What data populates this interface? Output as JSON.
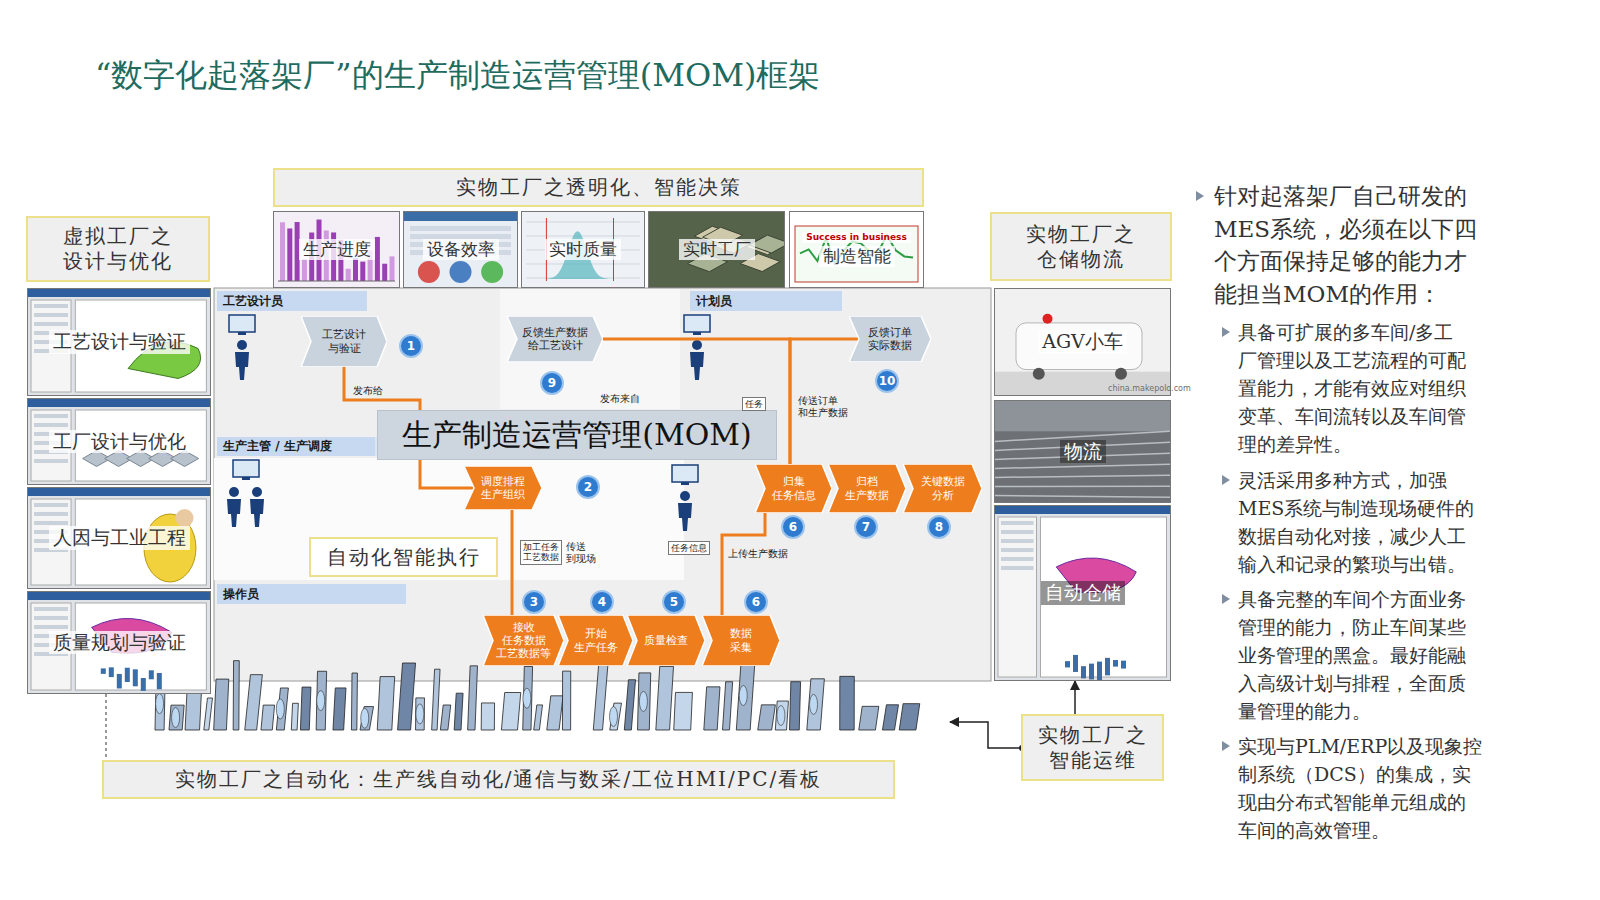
{
  "diagram": {
    "title": "“数字化起落架厂”的生产制造运营管理(MOM)框架",
    "nodes": [
      {
        "text": [
          "虚拟工厂之 设计与优化"
        ]
      },
      {
        "text": [
          "实物工厂之透明化、智能决策"
        ]
      },
      {
        "text": [
          "生产进度"
        ]
      },
      {
        "text": [
          "设备效率"
        ]
      },
      {
        "text": [
          "实时质量"
        ]
      },
      {
        "text": [
          "实时工厂"
        ]
      },
      {
        "text": [
          "Success in business",
          "制造智能"
        ]
      },
      {
        "text": [
          "实物工厂之 仓储物流"
        ]
      },
      {
        "text": [
          "工艺设计与验证"
        ]
      },
      {
        "text": [
          "工厂设计与优化"
        ]
      },
      {
        "text": [
          "人因与工业工程"
        ]
      },
      {
        "text": [
          "质量规划与验证"
        ]
      },
      {
        "text": [
          "工艺设计员"
        ]
      },
      {
        "text": [
          "工艺设计 与验证"
        ]
      },
      {
        "text": [
          "反馈生产数据 给工艺设计"
        ]
      },
      {
        "text": [
          "计划员"
        ]
      },
      {
        "text": [
          "反馈订单 实际数据"
        ]
      },
      {
        "text": [
          "生产制造运营管理(MOM)"
        ]
      },
      {
        "text": [
          "生产主管 / 生产调度"
        ]
      },
      {
        "text": [
          "调度排程 生产组织"
        ]
      },
      {
        "text": [
          "归集 任务信息"
        ]
      },
      {
        "text": [
          "归档 生产数据"
        ]
      },
      {
        "text": [
          "关键数据 分析"
        ]
      },
      {
        "text": [
          "自动化智能执行"
        ]
      },
      {
        "text": [
          "操作员"
        ]
      },
      {
        "text": [
          "接收 任务数据 工艺数据等"
        ]
      },
      {
        "text": [
          "开始 生产任务"
        ]
      },
      {
        "text": [
          "质量检查"
        ]
      },
      {
        "text": [
          "数据 采集"
        ]
      },
      {
        "text": [
          "AGV小车"
        ]
      },
      {
        "text": [
          "物流"
        ]
      },
      {
        "text": [
          "自动仓储"
        ]
      },
      {
        "text": [
          "实物工厂之 智能运维"
        ]
      },
      {
        "text": [
          "实物工厂之自动化：生产线自动化/通信与数采/工位HMI/PC/看板"
        ]
      }
    ],
    "edges": [
      {
        "from": 13,
        "to": 19,
        "arrow": "none"
      },
      {
        "from": 19,
        "to": 25,
        "arrow": "none"
      },
      {
        "from": 28,
        "to": 20,
        "arrow": "none"
      },
      {
        "from": 20,
        "to": 14,
        "arrow": "none"
      },
      {
        "from": 20,
        "to": 16,
        "arrow": "none"
      },
      {
        "from": 32,
        "to": 31,
        "arrow": "to"
      }
    ],
    "labels": [
      "发布给",
      "发布来自",
      "任务",
      "传送订单 和生产数据",
      "1",
      "9",
      "10",
      "2",
      "6",
      "7",
      "8",
      "加工任务 工艺数据",
      "传送 到现场",
      "任务信息",
      "上传生产数据",
      "3",
      "4",
      "5",
      "6",
      "china.makepolo.com",
      "针对起落架厂自己研发的 MES系统，必须在以下四 个方面保持足够的能力才 能担当MOM的作用：",
      "具备可扩展的多车间/多工 厂管理以及工艺流程的可配 置能力，才能有效应对组织 变革、车间流转以及车间管 理的差异性。",
      "灵活采用多种方式，加强 MES系统与制造现场硬件的 数据自动化对接，减少人工 输入和记录的繁琐与出错。",
      "具备完整的车间个方面业务 管理的能力，防止车间某些 业务管理的黑盒。最好能融 入高级计划与排程，全面质 量管理的能力。",
      "实现与PLM/ERP以及现象控 制系统（DCS）的集成，实 现由分布式智能单元组成的 车间的高效管理。"
    ]
  }
}
